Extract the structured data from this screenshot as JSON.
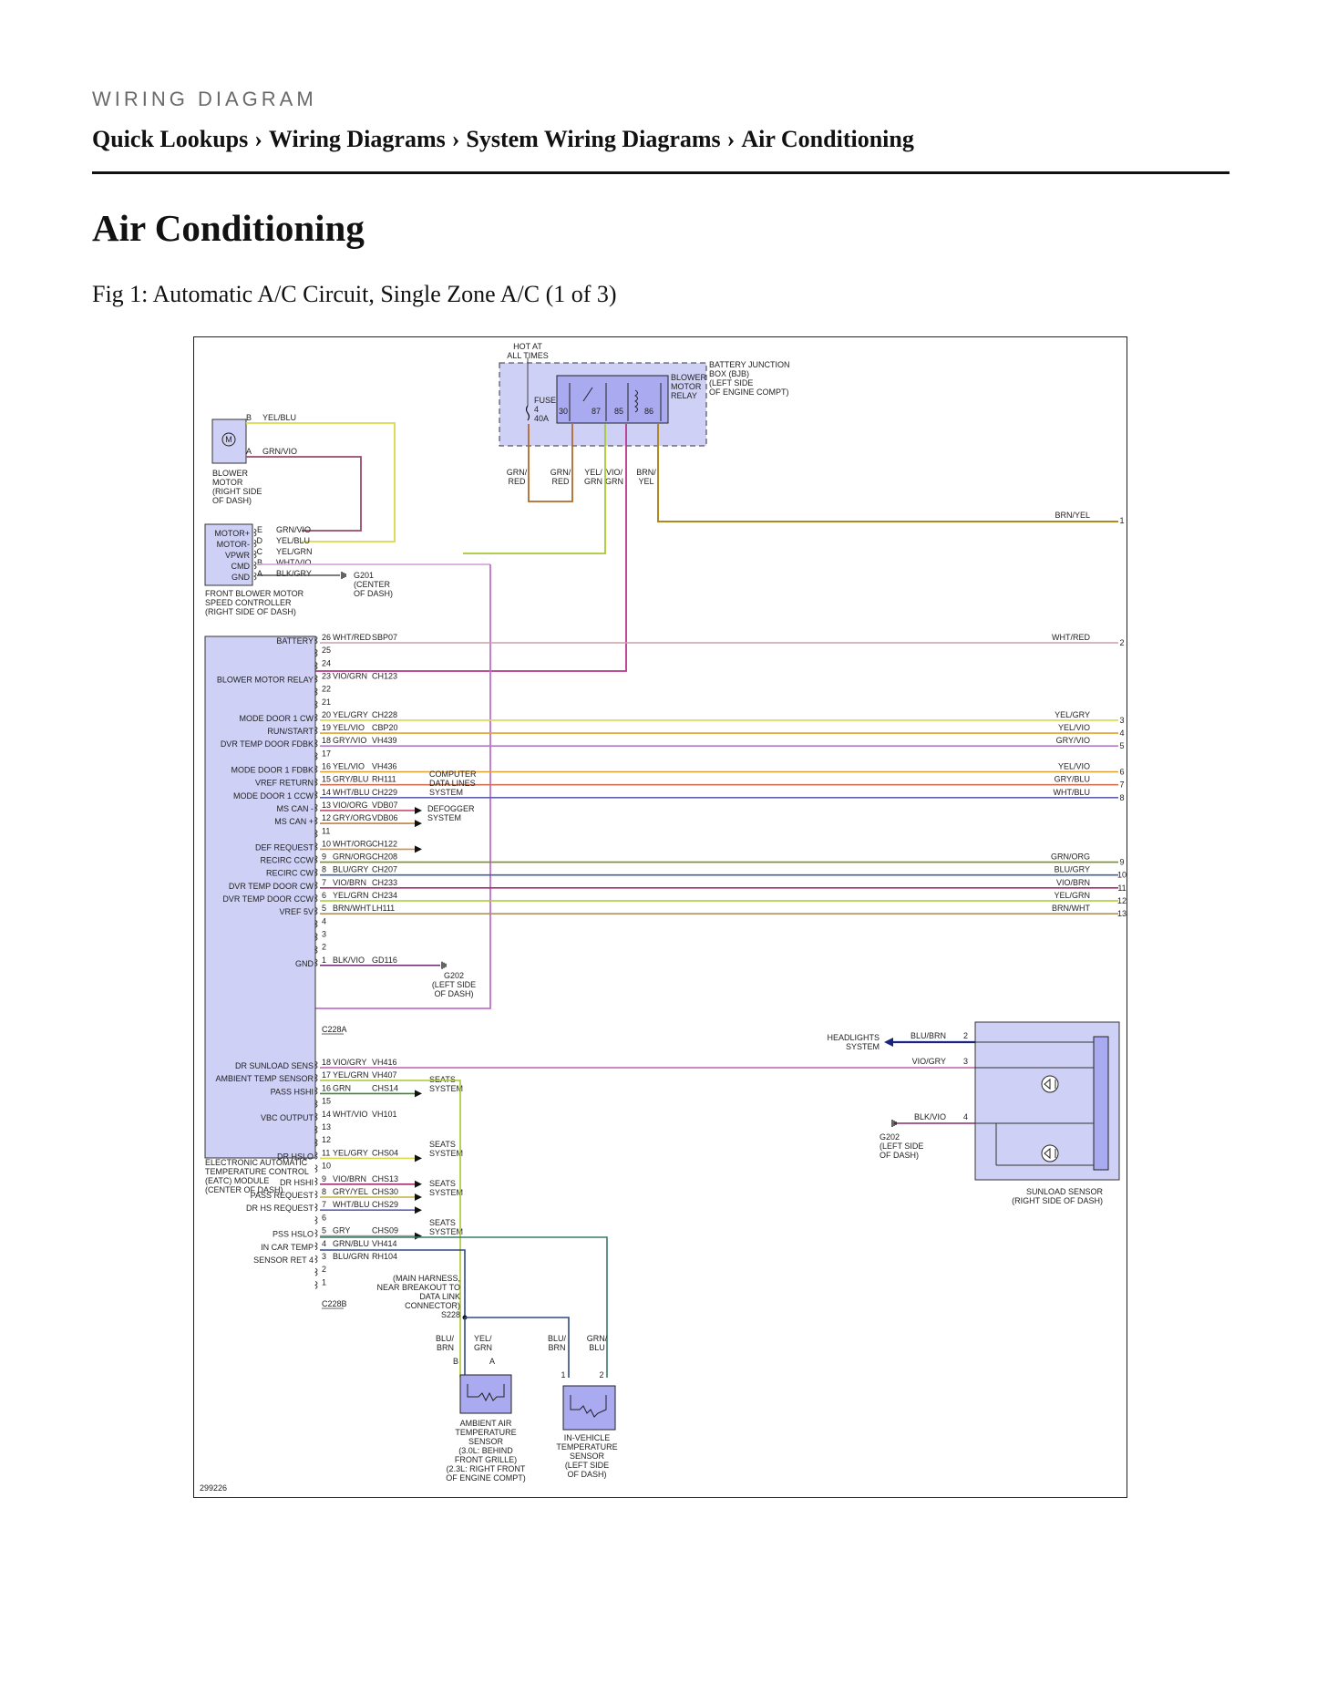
{
  "header": {
    "eyebrow": "WIRING DIAGRAM",
    "breadcrumb": [
      "Quick Lookups",
      "Wiring Diagrams",
      "System Wiring Diagrams",
      "Air Conditioning"
    ],
    "separator": "›"
  },
  "page": {
    "title": "Air Conditioning",
    "figure_caption": "Fig 1: Automatic A/C Circuit, Single Zone A/C (1 of 3)"
  },
  "diagram": {
    "fig_id": "299226",
    "hot_label": [
      "HOT AT",
      "ALL TIMES"
    ],
    "bjb_label": [
      "BATTERY JUNCTION",
      "BOX (BJB)",
      "(LEFT SIDE",
      "OF ENGINE COMPT)"
    ],
    "relay_label": [
      "BLOWER",
      "MOTOR",
      "RELAY"
    ],
    "fuse_label": [
      "FUSE",
      "4",
      "40A"
    ],
    "relay_pins": [
      "30",
      "87",
      "85",
      "86"
    ],
    "bjb_wires": [
      "GRN/ RED",
      "GRN/ RED",
      "YEL/ GRN",
      "VIO/ GRN",
      "BRN/ YEL"
    ],
    "blower": {
      "motor_symbol": "M",
      "pins": [
        "B",
        "A"
      ],
      "wires": [
        "YEL/BLU",
        "GRN/VIO"
      ],
      "label": [
        "BLOWER",
        "MOTOR",
        "(RIGHT SIDE",
        "OF DASH)"
      ]
    },
    "fbmsc": {
      "pins": [
        {
          "name": "MOTOR+",
          "pin": "E",
          "wire": "GRN/VIO"
        },
        {
          "name": "MOTOR-",
          "pin": "D",
          "wire": "YEL/BLU"
        },
        {
          "name": "VPWR",
          "pin": "C",
          "wire": "YEL/GRN"
        },
        {
          "name": "CMD",
          "pin": "B",
          "wire": "WHT/VIO"
        },
        {
          "name": "GND",
          "pin": "A",
          "wire": "BLK/GRY"
        }
      ],
      "label": [
        "FRONT BLOWER MOTOR",
        "SPEED CONTROLLER",
        "(RIGHT SIDE OF DASH)"
      ],
      "ground": [
        "G201",
        "(CENTER",
        "OF DASH)"
      ]
    },
    "eatc_a": [
      {
        "pin": "26",
        "name": "BATTERY",
        "wire": "WHT/RED",
        "circuit": "SBP07",
        "color": "#c9a0a8",
        "right": "WHT/RED",
        "ref": "2"
      },
      {
        "pin": "25"
      },
      {
        "pin": "24"
      },
      {
        "pin": "23",
        "name": "BLOWER MOTOR RELAY",
        "wire": "VIO/GRN",
        "circuit": "CH123",
        "color": "#b8348c"
      },
      {
        "pin": "22"
      },
      {
        "pin": "21"
      },
      {
        "pin": "20",
        "name": "MODE DOOR 1 CW",
        "wire": "YEL/GRY",
        "circuit": "CH228",
        "color": "#d9d94a",
        "right": "YEL/GRY",
        "ref": "3"
      },
      {
        "pin": "19",
        "name": "RUN/START",
        "wire": "YEL/VIO",
        "circuit": "CBP20",
        "color": "#e0a030",
        "right": "YEL/VIO",
        "ref": "4"
      },
      {
        "pin": "18",
        "name": "DVR TEMP DOOR FDBK",
        "wire": "GRY/VIO",
        "circuit": "VH439",
        "color": "#b07cc8",
        "right": "GRY/VIO",
        "ref": "5"
      },
      {
        "pin": "17"
      },
      {
        "pin": "16",
        "name": "MODE DOOR 1 FDBK",
        "wire": "YEL/VIO",
        "circuit": "VH436",
        "color": "#e0a030",
        "right": "YEL/VIO",
        "ref": "6"
      },
      {
        "pin": "15",
        "name": "VREF RETURN",
        "wire": "GRY/BLU",
        "circuit": "RH111",
        "color": "#d07050",
        "right": "GRY/BLU",
        "ref": "7"
      },
      {
        "pin": "14",
        "name": "MODE DOOR 1 CCW",
        "wire": "WHT/BLU",
        "circuit": "CH229",
        "color": "#6060b0",
        "right": "WHT/BLU",
        "ref": "8"
      },
      {
        "pin": "13",
        "name": "MS CAN -",
        "wire": "VIO/ORG",
        "circuit": "VDB07",
        "color": "#c05070",
        "dest": "computer"
      },
      {
        "pin": "12",
        "name": "MS CAN +",
        "wire": "GRY/ORG",
        "circuit": "VDB06",
        "color": "#c08040",
        "dest": "computer"
      },
      {
        "pin": "11"
      },
      {
        "pin": "10",
        "name": "DEF REQUEST",
        "wire": "WHT/ORG",
        "circuit": "CH122",
        "color": "#d09050",
        "dest": "defogger"
      },
      {
        "pin": "9",
        "name": "RECIRC CCW",
        "wire": "GRN/ORG",
        "circuit": "CH208",
        "color": "#7a9020",
        "right": "GRN/ORG",
        "ref": "9"
      },
      {
        "pin": "8",
        "name": "RECIRC CW",
        "wire": "BLU/GRY",
        "circuit": "CH207",
        "color": "#4060a0",
        "right": "BLU/GRY",
        "ref": "10"
      },
      {
        "pin": "7",
        "name": "DVR TEMP DOOR CW",
        "wire": "VIO/BRN",
        "circuit": "CH233",
        "color": "#a03070",
        "right": "VIO/BRN",
        "ref": "11"
      },
      {
        "pin": "6",
        "name": "DVR TEMP DOOR CCW",
        "wire": "YEL/GRN",
        "circuit": "CH234",
        "color": "#a8c830",
        "right": "YEL/GRN",
        "ref": "12"
      },
      {
        "pin": "5",
        "name": "VREF 5V",
        "wire": "BRN/WHT",
        "circuit": "LH111",
        "color": "#b09060",
        "right": "BRN/WHT",
        "ref": "13"
      },
      {
        "pin": "4"
      },
      {
        "pin": "3"
      },
      {
        "pin": "2"
      },
      {
        "pin": "1",
        "name": "GND",
        "wire": "BLK/VIO",
        "circuit": "GD116",
        "color": "#6a2a6a",
        "dest": "g202"
      }
    ],
    "eatc_b": [
      {
        "pin": "18",
        "name": "DR SUNLOAD SENS",
        "wire": "VIO/GRY",
        "circuit": "VH416",
        "color": "#c060a8"
      },
      {
        "pin": "17",
        "name": "AMBIENT TEMP SENSOR",
        "wire": "YEL/GRN",
        "circuit": "VH407",
        "color": "#a8c830"
      },
      {
        "pin": "16",
        "name": "PASS HSHI",
        "wire": "GRN",
        "circuit": "CHS14",
        "color": "#3a8a30",
        "dest": "seats1"
      },
      {
        "pin": "15"
      },
      {
        "pin": "14",
        "name": "VBC OUTPUT",
        "wire": "WHT/VIO",
        "circuit": "VH101",
        "color": "#c070d0"
      },
      {
        "pin": "13"
      },
      {
        "pin": "12"
      },
      {
        "pin": "11",
        "name": "DR HSLO",
        "wire": "YEL/GRY",
        "circuit": "CHS04",
        "color": "#d9d94a",
        "dest": "seats2"
      },
      {
        "pin": "10"
      },
      {
        "pin": "9",
        "name": "DR HSHI",
        "wire": "VIO/BRN",
        "circuit": "CHS13",
        "color": "#a03070",
        "dest": "seats3"
      },
      {
        "pin": "8",
        "name": "PASS REQUEST",
        "wire": "GRY/YEL",
        "circuit": "CHS30",
        "color": "#c0b040",
        "dest": "seats3"
      },
      {
        "pin": "7",
        "name": "DR HS REQUEST",
        "wire": "WHT/BLU",
        "circuit": "CHS29",
        "color": "#6060b0",
        "dest": "seats3"
      },
      {
        "pin": "6"
      },
      {
        "pin": "5",
        "name": "PSS HSLO",
        "wire": "GRY",
        "circuit": "CHS09",
        "color": "#999999",
        "dest": "seats4"
      },
      {
        "pin": "4",
        "name": "IN CAR TEMP",
        "wire": "GRN/BLU",
        "circuit": "VH414",
        "color": "#3a7a6a"
      },
      {
        "pin": "3",
        "name": "SENSOR RET 4",
        "wire": "BLU/GRN",
        "circuit": "RH104",
        "color": "#304a80"
      },
      {
        "pin": "2"
      },
      {
        "pin": "1"
      }
    ],
    "connectors": [
      "C228A",
      "C228B"
    ],
    "dest_labels": {
      "computer": [
        "COMPUTER",
        "DATA LINES",
        "SYSTEM"
      ],
      "defogger": [
        "DEFOGGER",
        "SYSTEM"
      ],
      "seats": [
        "SEATS",
        "SYSTEM"
      ]
    },
    "g202": [
      "G202",
      "(LEFT SIDE",
      "OF DASH)"
    ],
    "splice": [
      "(MAIN HARNESS,",
      "NEAR BREAKOUT TO",
      "DATA LINK",
      "CONNECTOR)",
      "S228"
    ],
    "ambient": {
      "wires": [
        "BLU/ BRN",
        "YEL/ GRN"
      ],
      "pins": [
        "B",
        "A"
      ],
      "label": [
        "AMBIENT AIR",
        "TEMPERATURE",
        "SENSOR",
        "(3.0L: BEHIND",
        "FRONT GRILLE)",
        "(2.3L: RIGHT FRONT",
        "OF ENGINE COMPT)"
      ]
    },
    "invehicle": {
      "wires": [
        "BLU/ BRN",
        "GRN/ BLU"
      ],
      "pins": [
        "1",
        "2"
      ],
      "label": [
        "IN-VEHICLE",
        "TEMPERATURE",
        "SENSOR",
        "(LEFT SIDE",
        "OF DASH)"
      ]
    },
    "sunload": {
      "headlights": [
        "HEADLIGHTS",
        "SYSTEM"
      ],
      "wires": [
        {
          "wire": "BLU/BRN",
          "pin": "2"
        },
        {
          "wire": "VIO/GRY",
          "pin": "3"
        },
        {
          "wire": "BLK/VIO",
          "pin": "4"
        }
      ],
      "label": [
        "SUNLOAD SENSOR",
        "(RIGHT SIDE OF DASH)"
      ]
    },
    "right_wire_1": {
      "wire": "BRN/YEL",
      "ref": "1"
    }
  }
}
